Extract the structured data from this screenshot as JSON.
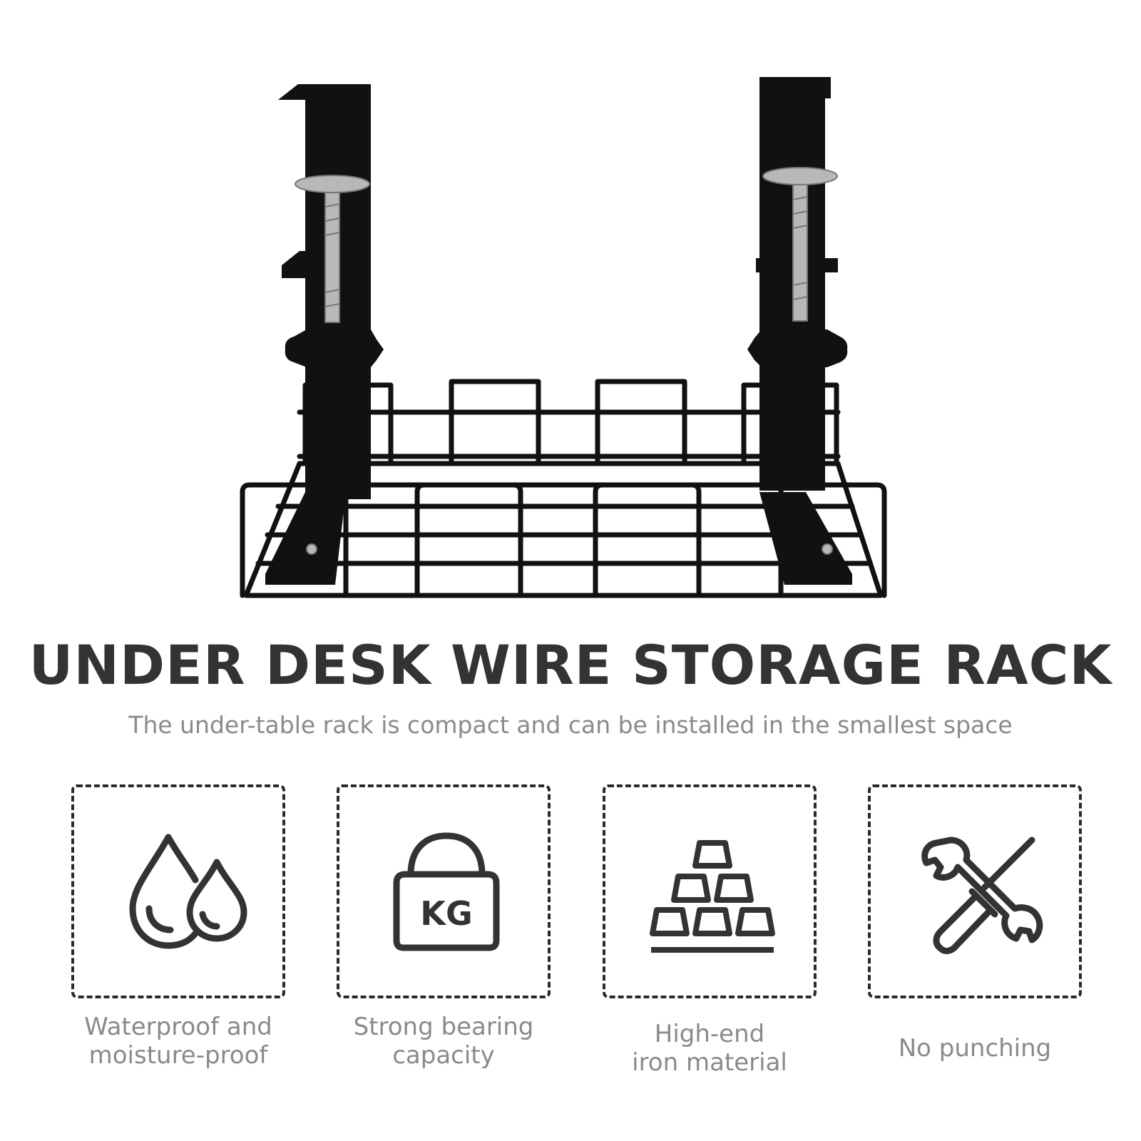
{
  "title": "UNDER DESK WIRE STORAGE RACK",
  "subtitle": "The under-table rack is compact and can be installed in the smallest space",
  "features": [
    {
      "icon": "water-drops-icon",
      "lines": [
        "Waterproof and",
        "moisture-proof"
      ]
    },
    {
      "icon": "kg-weight-icon",
      "badge": "KG",
      "lines": [
        "Strong bearing",
        "capacity"
      ]
    },
    {
      "icon": "iron-ingots-icon",
      "lines": [
        "High-end",
        "iron material"
      ]
    },
    {
      "icon": "wrench-screwdriver-icon",
      "lines": [
        "No punching"
      ]
    }
  ],
  "colors": {
    "title": "#333333",
    "subtitle": "#8a8a8a",
    "box_border": "#2a2a2a",
    "rack": "#111111",
    "bolt": "#b8b8b8"
  }
}
